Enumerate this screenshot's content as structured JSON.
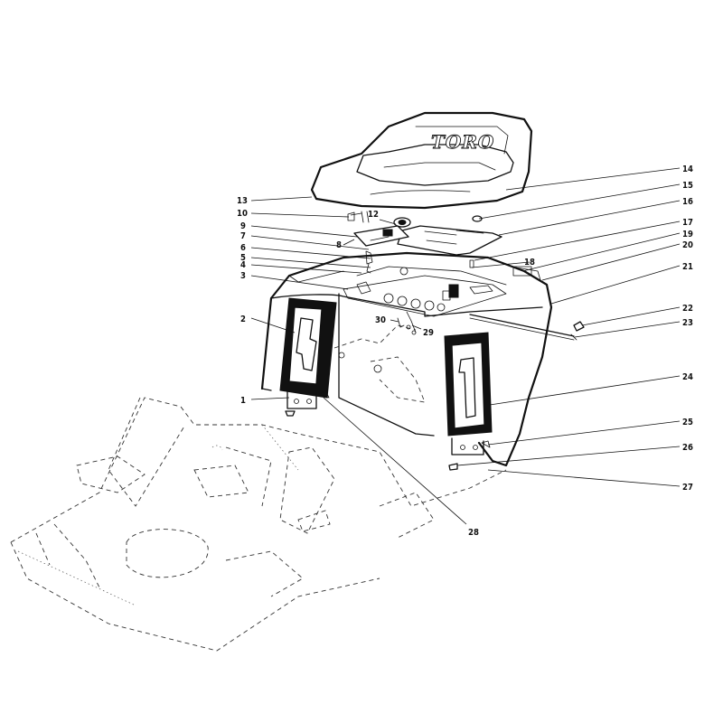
{
  "diagram": {
    "seat_logo": "TORO",
    "callouts": [
      "1",
      "2",
      "3",
      "4",
      "5",
      "6",
      "7",
      "8",
      "9",
      "10",
      "12",
      "13",
      "14",
      "15",
      "16",
      "17",
      "18",
      "19",
      "20",
      "21",
      "22",
      "23",
      "24",
      "25",
      "26",
      "27",
      "28",
      "29",
      "30"
    ]
  }
}
